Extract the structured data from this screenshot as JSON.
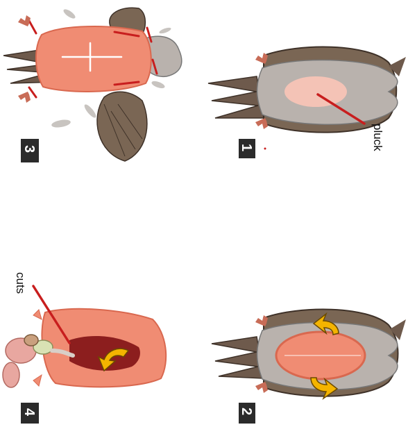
{
  "panels": [
    {
      "step": "1",
      "label": "pluck"
    },
    {
      "step": "2",
      "label": ""
    },
    {
      "step": "3",
      "label": ""
    },
    {
      "step": "4",
      "label": "cuts"
    }
  ],
  "colors": {
    "badge": "#2b2b2b",
    "skin": "#f08c73",
    "skin_dark": "#d9684f",
    "feather_light": "#b9b2ad",
    "feather_dark": "#6e5a4c",
    "wing": "#7a6654",
    "leader_line": "#c81e1e",
    "arrow": "#f4b400",
    "interior": "#8c1e1e",
    "organs": "#e8a7a0"
  },
  "icons": [
    "yellow-arrow-icon",
    "step-badge-icon"
  ]
}
